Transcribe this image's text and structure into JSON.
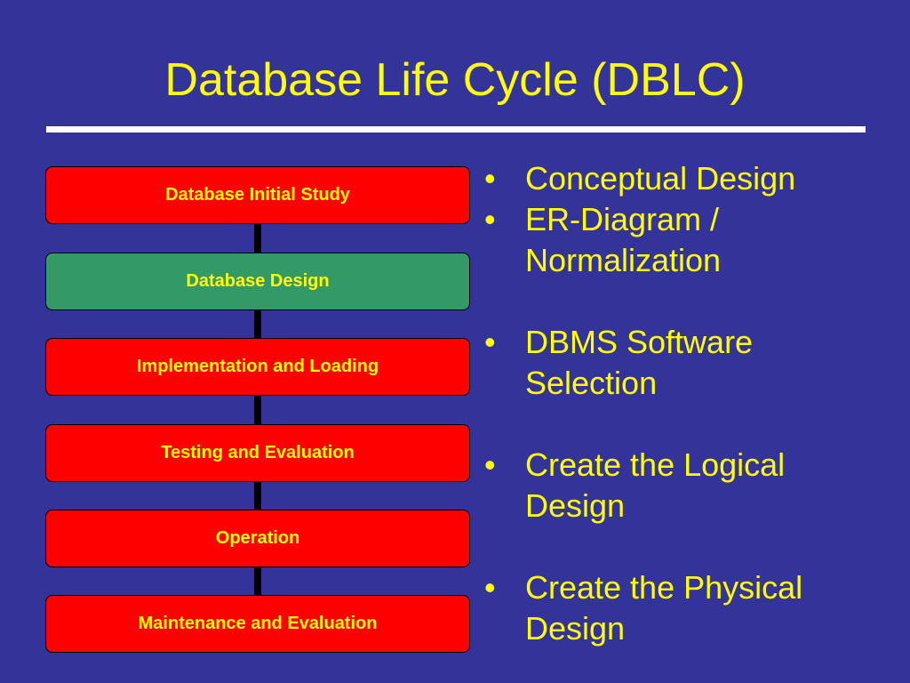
{
  "slide": {
    "title": "Database Life Cycle (DBLC)",
    "background_color": "#333399",
    "title_color": "#ffff00",
    "rule_color": "#ffffff"
  },
  "stages": [
    {
      "label": "Database Initial Study",
      "fill": "#ff0000",
      "highlighted": false
    },
    {
      "label": "Database Design",
      "fill": "#339966",
      "highlighted": true
    },
    {
      "label": "Implementation and Loading",
      "fill": "#ff0000",
      "highlighted": false
    },
    {
      "label": "Testing and Evaluation",
      "fill": "#ff0000",
      "highlighted": false
    },
    {
      "label": "Operation",
      "fill": "#ff0000",
      "highlighted": false
    },
    {
      "label": "Maintenance and Evaluation",
      "fill": "#ff0000",
      "highlighted": false
    }
  ],
  "bullet_marker": "•",
  "bullets": [
    {
      "text": "Conceptual Design"
    },
    {
      "text": "ER-Diagram / Normalization"
    },
    {
      "text": "DBMS Software Selection"
    },
    {
      "text": "Create the Logical Design"
    },
    {
      "text": "Create the Physical Design"
    }
  ]
}
